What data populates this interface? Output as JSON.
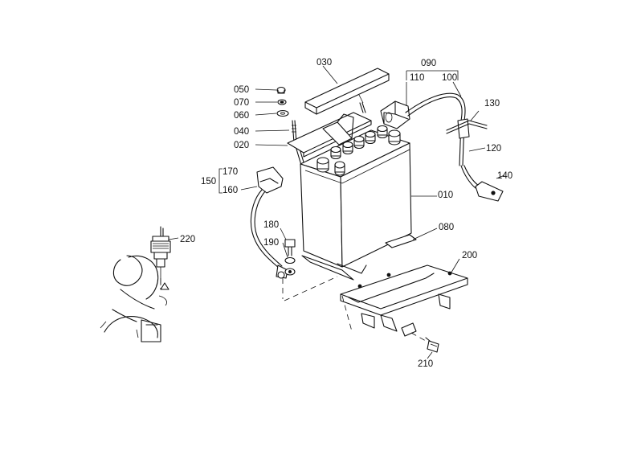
{
  "labels": {
    "p010": "010",
    "p020": "020",
    "p030": "030",
    "p040": "040",
    "p050": "050",
    "p060": "060",
    "p070": "070",
    "p080": "080",
    "p090": "090",
    "p100": "100",
    "p110": "110",
    "p120": "120",
    "p130": "130",
    "p140": "140",
    "p150": "150",
    "p160": "160",
    "p170": "170",
    "p180": "180",
    "p190": "190",
    "p200": "200",
    "p210": "210",
    "p220": "220"
  }
}
